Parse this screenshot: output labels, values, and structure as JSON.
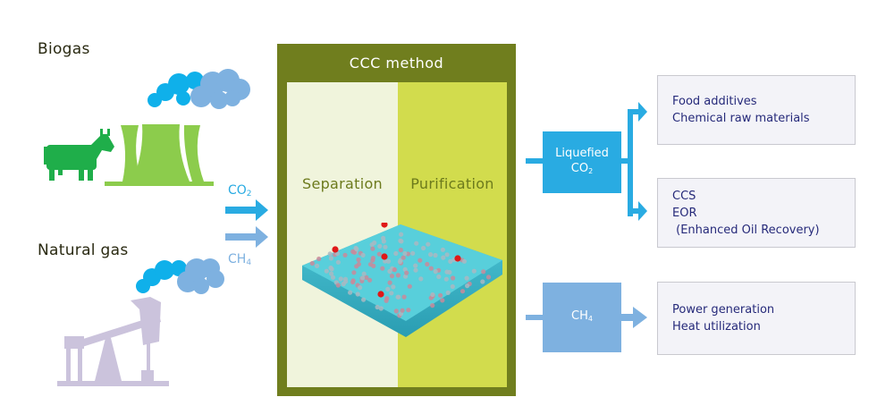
{
  "sources": {
    "biogas_label": "Biogas",
    "natural_gas_label": "Natural gas"
  },
  "inputs": {
    "co2": {
      "base": "CO",
      "sub": "2",
      "color": "#29abe2"
    },
    "ch4": {
      "base": "CH",
      "sub": "4",
      "color": "#7eb1e0"
    }
  },
  "method": {
    "title": "CCC method",
    "stage_1": "Separation",
    "stage_2": "Purification",
    "illustration": "membrane-with-co2-molecules"
  },
  "outputs": {
    "liquefied_co2": {
      "line1": "Liquefied",
      "base": "CO",
      "sub": "2"
    },
    "ch4": {
      "base": "CH",
      "sub": "4"
    }
  },
  "applications": [
    {
      "lines": [
        "Food additives",
        "Chemical raw materials"
      ]
    },
    {
      "lines": [
        "CCS",
        "EOR",
        " (Enhanced Oil Recovery)"
      ]
    },
    {
      "lines": [
        "Power generation",
        "Heat utilization"
      ]
    }
  ],
  "colors": {
    "co2_blue": "#29abe2",
    "ch4_blue": "#7eb1e0",
    "method_frame": "#707e1e",
    "separation_bg": "#f0f4dc",
    "purification_bg": "#d2dc4d",
    "cow_green": "#1fae4a",
    "tower_green": "#8ccc4c",
    "pump_lavender": "#cbc3dc",
    "app_text": "#262a7a"
  }
}
